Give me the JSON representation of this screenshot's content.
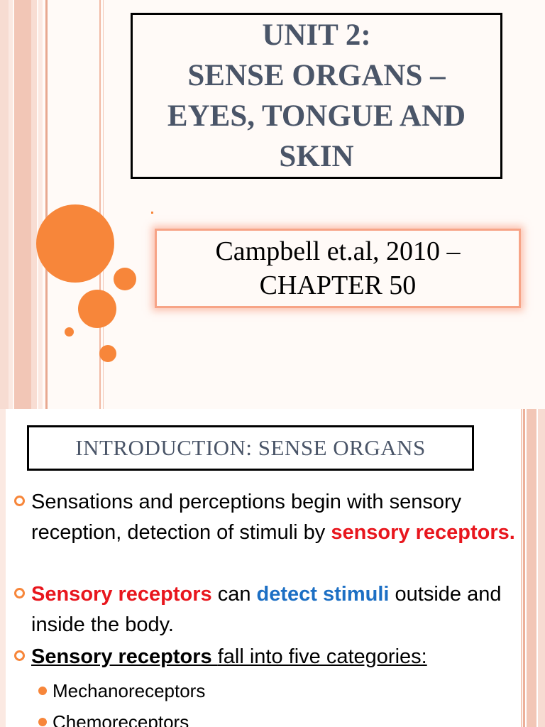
{
  "slide1": {
    "title_lines": [
      "UNIT 2:",
      "SENSE ORGANS –",
      "EYES, TONGUE AND",
      "SKIN"
    ],
    "reference_lines": [
      "Campbell et.al, 2010 –",
      "CHAPTER 50"
    ],
    "accent_color": "#f7863a"
  },
  "slide2": {
    "heading": "INTRODUCTION: SENSE ORGANS",
    "bullet1": {
      "text": "Sensations and perceptions begin with sensory reception, detection of stimuli by ",
      "highlight": "sensory receptors."
    },
    "bullet2": {
      "red": "Sensory receptors",
      "mid": " can ",
      "blue": "detect stimuli",
      "end": " outside and inside the body."
    },
    "bullet3": {
      "bold_underline": "Sensory receptors ",
      "underline": "fall into five categories:"
    },
    "sub_items": [
      "Mechanoreceptors",
      "Chemoreceptors"
    ],
    "colors": {
      "red": "#e8161d",
      "blue": "#1c6fc4",
      "heading": "#4a5568"
    }
  }
}
